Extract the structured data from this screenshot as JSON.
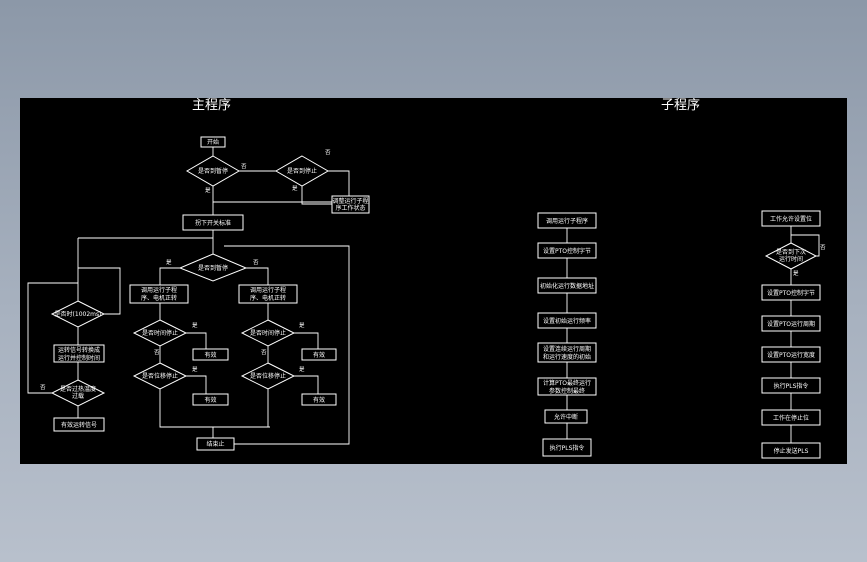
{
  "titles": {
    "main": "主程序",
    "sub": "子程序"
  },
  "main": {
    "start": "开始",
    "d1": "是否到暂停",
    "d2": "是否到停止",
    "stop_box": [
      "调整运行子程",
      "序工作状态"
    ],
    "set_box": "拐下开关标准",
    "d3": "是否到暂停",
    "left_box": [
      "调用运行子程",
      "序、电机正转"
    ],
    "right_box": [
      "调用运行子程",
      "序、电机正转"
    ],
    "d4l": "是否时间停止",
    "d5l": "是否位移停止",
    "d4r": "是否时间停止",
    "d5r": "是否位移停止",
    "cont": "有效",
    "far_d1": "是否时(1002ms)",
    "far_box": [
      "运转信号转换成",
      "运行并控制时间"
    ],
    "far_d2": [
      "是否过热温度",
      "过载"
    ],
    "far_end": "有效运转信号",
    "final": "结束止",
    "yes": "是",
    "no": "否"
  },
  "sub1": [
    "调用运行子程序",
    "设置PTO控制字节",
    "初始化运行数据地址",
    "设置初始运行频率",
    [
      "设置连续运行周期",
      "和运行速度的初始"
    ],
    [
      "计算PTO最终运行",
      "参数控制最终"
    ],
    "允许中断",
    "执行PLS指令"
  ],
  "sub2": {
    "b1": "工作允许设置位",
    "d": [
      "是否到下次",
      "运行时间"
    ],
    "b2": "设置PTO控制字节",
    "b3": "设置PTO运行周期",
    "b4": "设置PTO运行宽度",
    "b5": "执行PLS指令",
    "b6": "工作在停止位",
    "b7": "停止发送PLS",
    "yes": "是",
    "no": "否"
  }
}
